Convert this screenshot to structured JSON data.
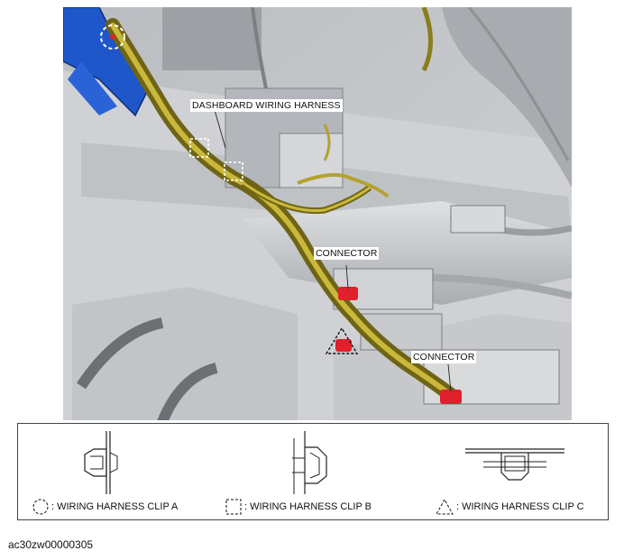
{
  "callouts": {
    "dashboard_harness": "DASHBOARD WIRING HARNESS",
    "connector_upper": "CONNECTOR",
    "connector_lower": "CONNECTOR"
  },
  "legend": {
    "clip_a": ": WIRING HARNESS CLIP A",
    "clip_b": ": WIRING HARNESS CLIP B",
    "clip_c": ": WIRING HARNESS CLIP C"
  },
  "image_code": "ac30zw00000305",
  "colors": {
    "harness": "#8a7d1c",
    "harness_highlight": "#c9b83a",
    "connector": "#e0202a",
    "bracket": "#1f56c9",
    "body": "#c9cbce"
  }
}
